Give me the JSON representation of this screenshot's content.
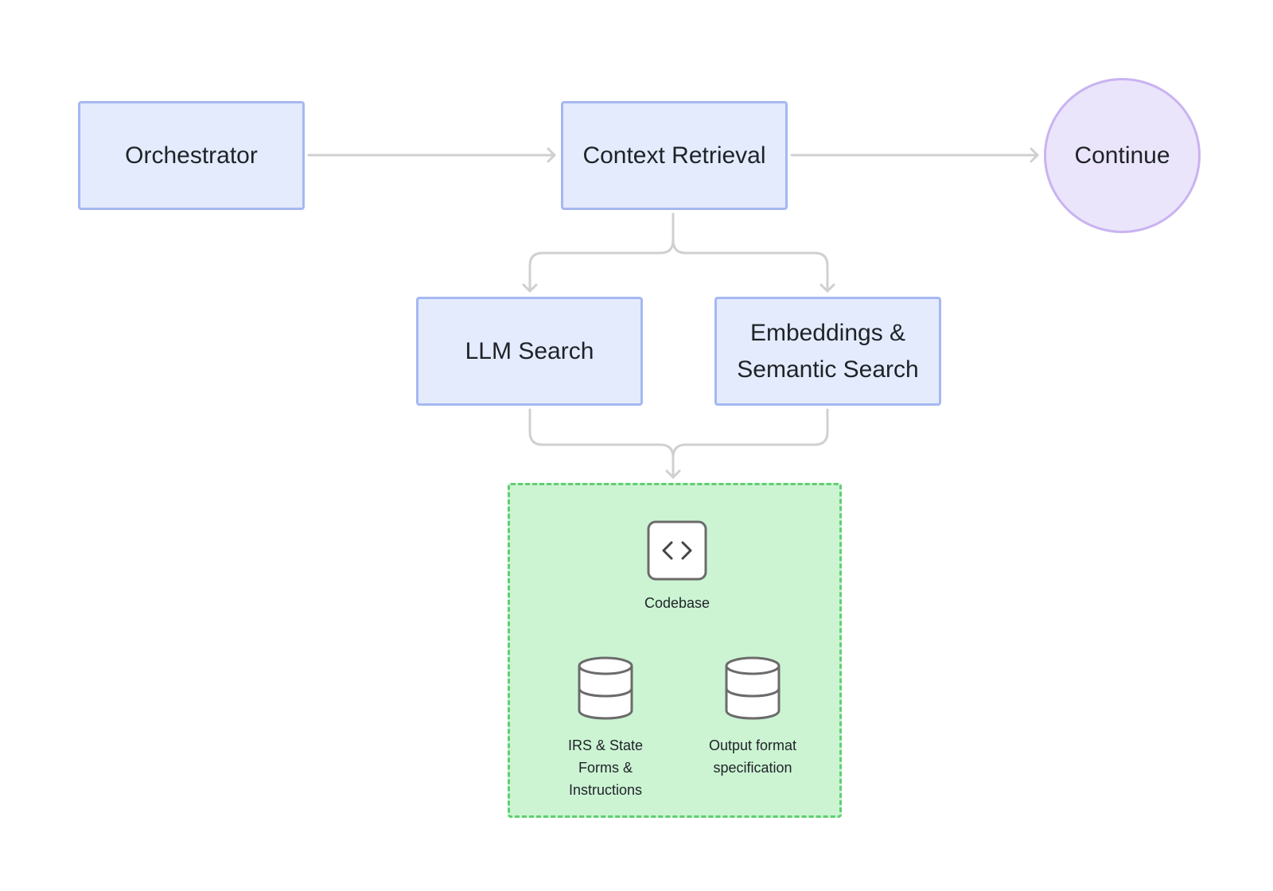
{
  "nodes": {
    "orchestrator": "Orchestrator",
    "context_retrieval": "Context Retrieval",
    "continue": "Continue",
    "llm_search": "LLM Search",
    "embeddings": [
      "Embeddings &",
      "Semantic Search"
    ]
  },
  "sources": {
    "codebase": {
      "icon": "code-icon",
      "label": "Codebase"
    },
    "irs": {
      "icon": "database-icon",
      "lines": [
        "IRS & State",
        "Forms &",
        "Instructions"
      ]
    },
    "output_format": {
      "icon": "database-icon",
      "lines": [
        "Output format",
        "specification"
      ]
    }
  },
  "colors": {
    "process_fill": "#e3ebfd",
    "process_border": "#a6b8f2",
    "terminal_fill": "#ebe5fc",
    "terminal_border": "#c9b3f0",
    "group_fill": "#ccf4d3",
    "group_border": "#5fce72",
    "connector": "#d0d0d0",
    "icon_stroke": "#6b6b6b"
  }
}
